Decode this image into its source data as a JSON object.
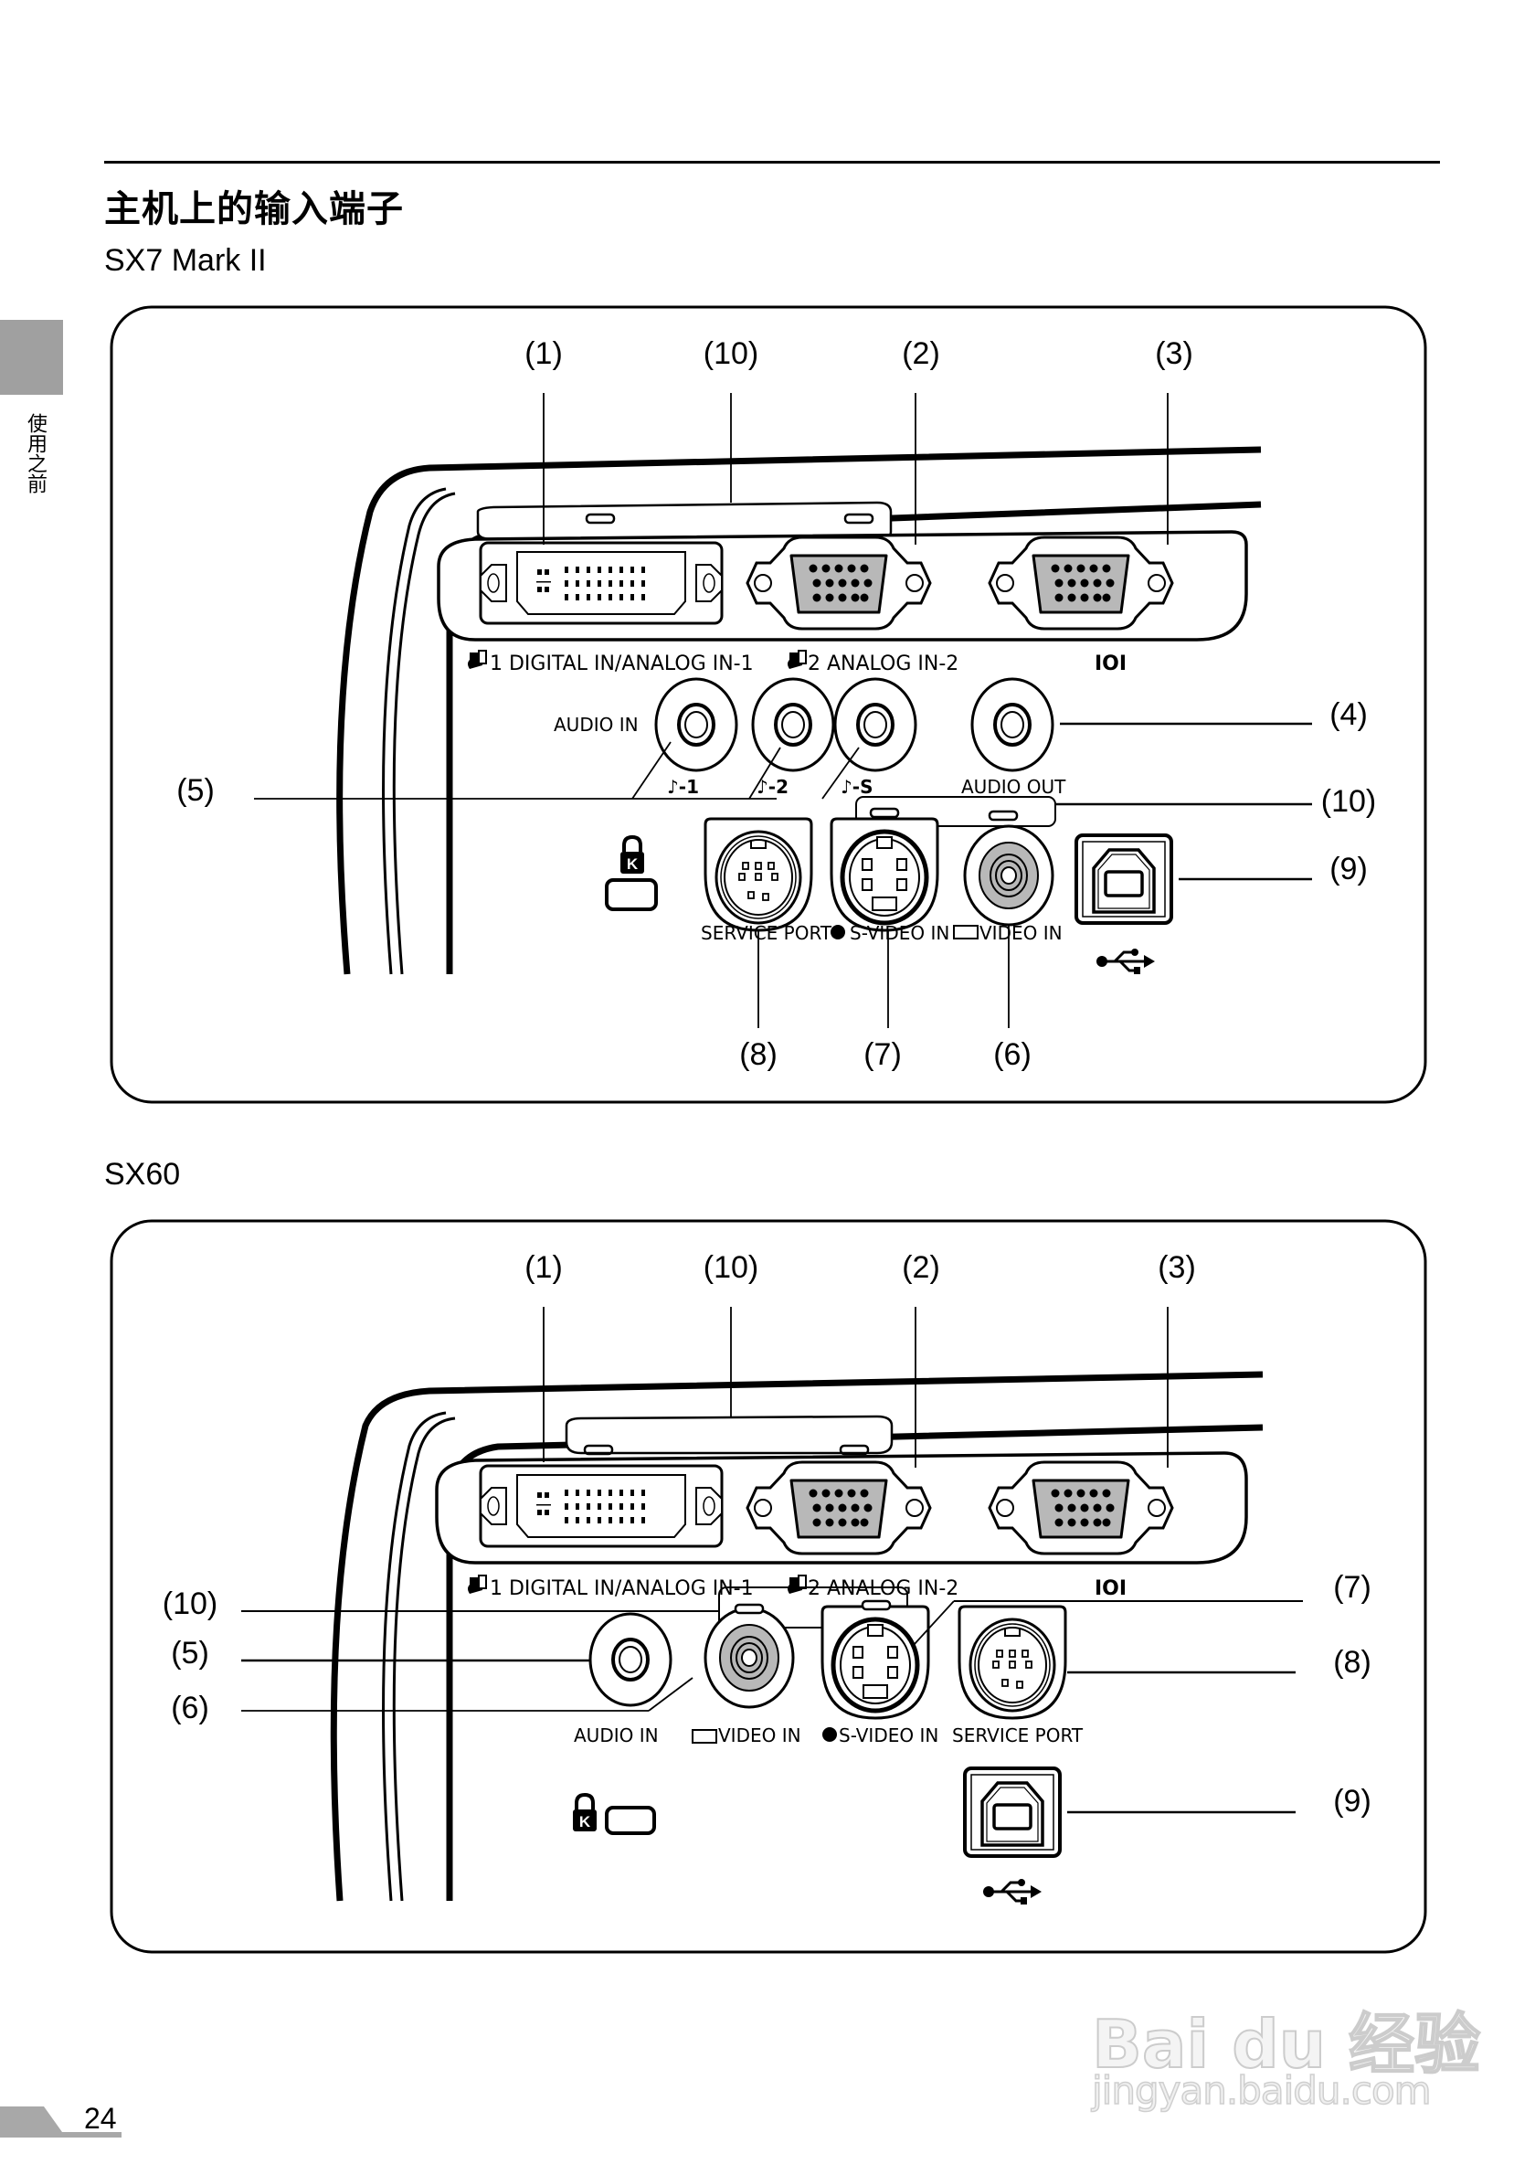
{
  "page": {
    "title": "主机上的输入端子",
    "side_tab_label": "使用之前",
    "page_number": "24"
  },
  "diagrams": [
    {
      "model": "SX7 Mark II",
      "callouts": [
        "(1)",
        "(10)",
        "(2)",
        "(3)",
        "(4)",
        "(5)",
        "(10)",
        "(9)",
        "(8)",
        "(7)",
        "(6)"
      ],
      "port_labels": {
        "digital_in": "1 DIGITAL IN/ANALOG IN-1",
        "analog_in2": "2 ANALOG IN-2",
        "monitor_out": "IOI",
        "audio_in": "AUDIO IN",
        "audio_sub1": "♪-1",
        "audio_sub2": "♪-2",
        "audio_sub3": "♪-S",
        "audio_out": "AUDIO OUT",
        "service_port": "SERVICE PORT",
        "s_video_in": "S-VIDEO IN",
        "video_in": "VIDEO IN"
      }
    },
    {
      "model": "SX60",
      "callouts": [
        "(1)",
        "(10)",
        "(2)",
        "(3)",
        "(10)",
        "(5)",
        "(6)",
        "(7)",
        "(8)",
        "(9)"
      ],
      "port_labels": {
        "digital_in": "1 DIGITAL IN/ANALOG IN-1",
        "analog_in2": "2 ANALOG IN-2",
        "monitor_out": "IOI",
        "audio_in": "AUDIO IN",
        "video_in": "VIDEO IN",
        "s_video_in": "S-VIDEO IN",
        "service_port": "SERVICE PORT"
      }
    }
  ],
  "watermark": {
    "brand": "Bai du 经验",
    "url": "jingyan.baidu.com"
  },
  "colors": {
    "side_tab": "#a0a0a0",
    "connector_fill": "#b8b8b8",
    "watermark_stroke": "#cccccc"
  }
}
